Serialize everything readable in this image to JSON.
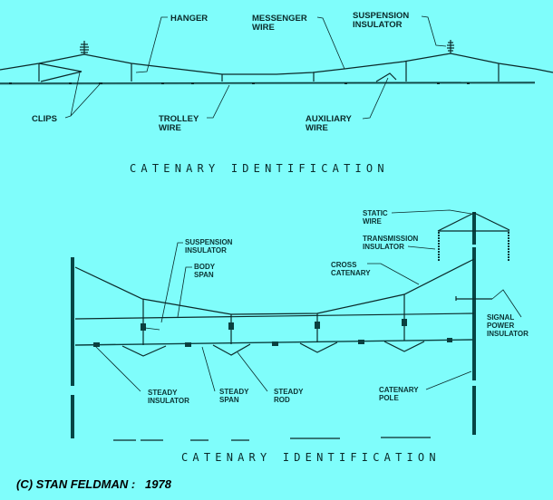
{
  "colors": {
    "background": "#7ffdfb",
    "ink": "#0a2a2a"
  },
  "top_diagram": {
    "labels": {
      "hanger": "HANGER",
      "messenger_1": "MESSENGER",
      "messenger_2": "WIRE",
      "suspension_1": "SUSPENSION",
      "suspension_2": "INSULATOR",
      "clips": "CLIPS",
      "trolley_1": "TROLLEY",
      "trolley_2": "WIRE",
      "auxiliary_1": "AUXILIARY",
      "auxiliary_2": "WIRE"
    },
    "caption": "CATENARY IDENTIFICATION"
  },
  "bottom_diagram": {
    "labels": {
      "suspension_1": "SUSPENSION",
      "suspension_2": "INSULATOR",
      "body_1": "BODY",
      "body_2": "SPAN",
      "static_1": "STATIC",
      "static_2": "WIRE",
      "transmission_1": "TRANSMISSION",
      "transmission_2": "INSULATOR",
      "cross_1": "CROSS",
      "cross_2": "CATENARY",
      "signal_1": "SIGNAL",
      "signal_2": "POWER",
      "signal_3": "INSULATOR",
      "steady_ins_1": "STEADY",
      "steady_ins_2": "INSULATOR",
      "steady_span_1": "STEADY",
      "steady_span_2": "SPAN",
      "steady_rod_1": "STEADY",
      "steady_rod_2": "ROD",
      "pole_1": "CATENARY",
      "pole_2": "POLE"
    },
    "caption": "CATENARY IDENTIFICATION"
  },
  "credit": "(C) STAN FELDMAN :   1978"
}
